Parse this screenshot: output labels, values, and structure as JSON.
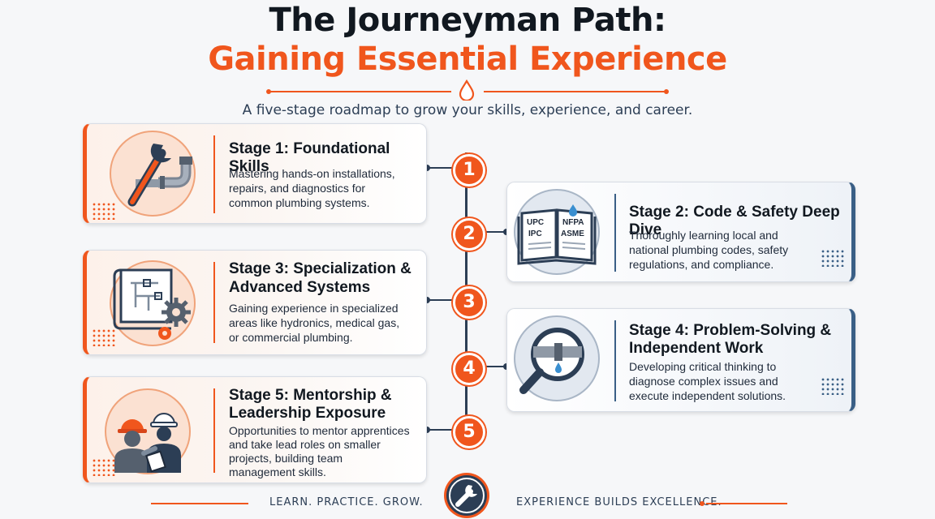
{
  "header": {
    "title_line1": "The Journeyman Path:",
    "title_line2": "Gaining Essential Experience",
    "subtitle": "A five-stage roadmap to grow your skills, experience, and career."
  },
  "stages": [
    {
      "number": "1",
      "title_line1": "Stage 1: Foundational Skills",
      "title_line2": "",
      "desc": [
        "Mastering hands-on installations,",
        "repairs, and diagnostics for",
        "common plumbing systems."
      ],
      "icon": "wrench-pipe-icon"
    },
    {
      "number": "2",
      "title_line1": "Stage 2: Code & Safety Deep Dive",
      "title_line2": "",
      "desc": [
        "Thoroughly learning local and",
        "national plumbing codes, safety",
        "regulations, and compliance."
      ],
      "icon": "code-book-icon",
      "book_labels": [
        "UPC",
        "IPC",
        "NFPA",
        "ASME"
      ]
    },
    {
      "number": "3",
      "title_line1": "Stage 3: Specialization &",
      "title_line2": "Advanced Systems",
      "desc": [
        "Gaining experience in specialized",
        "areas like hydronics, medical gas,",
        "or commercial plumbing."
      ],
      "icon": "blueprint-gears-icon"
    },
    {
      "number": "4",
      "title_line1": "Stage 4: Problem-Solving &",
      "title_line2": "Independent Work",
      "desc": [
        "Developing critical thinking to",
        "diagnose complex issues and",
        "execute independent solutions."
      ],
      "icon": "magnifier-leak-icon"
    },
    {
      "number": "5",
      "title_line1": "Stage 5: Mentorship &",
      "title_line2": "Leadership Exposure",
      "desc": [
        "Opportunities to mentor apprentices",
        "and take lead roles on smaller",
        "projects, building team",
        "management skills."
      ],
      "icon": "mentor-workers-icon"
    }
  ],
  "footer": {
    "left": "LEARN. PRACTICE. GROW.",
    "right": "EXPERIENCE BUILDS EXCELLENCE.",
    "logo_icon": "wrench-badge-icon"
  },
  "colors": {
    "accent": "#f0561d",
    "navy": "#2c3e55",
    "steel_blue": "#3a5f86"
  }
}
